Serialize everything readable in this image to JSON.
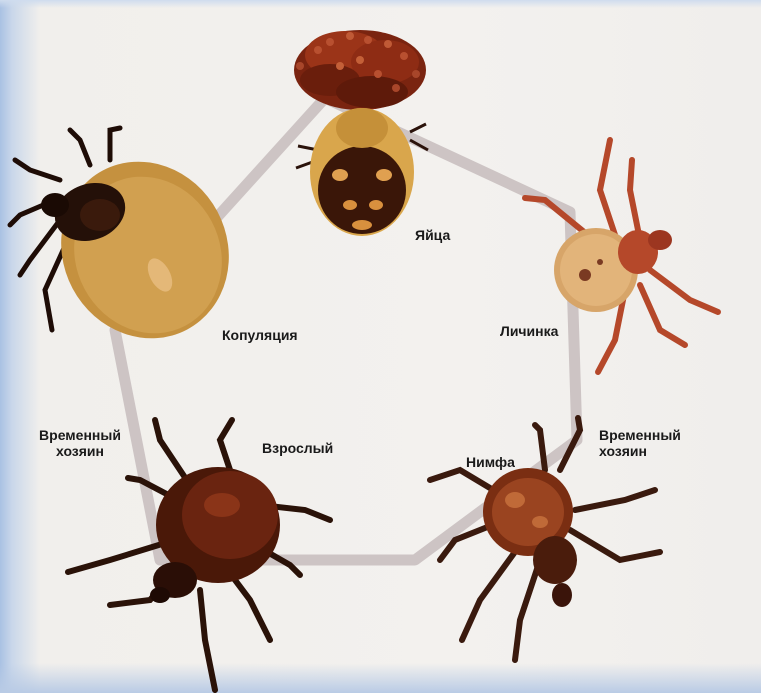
{
  "stages": {
    "eggs": "Яйца",
    "larva": "Личинка",
    "host_right": "Временный хозяин",
    "nymph": "Нимфа",
    "adult": "Взрослый",
    "host_left": "Временный хозяин",
    "copulation": "Копуляция"
  },
  "colors": {
    "cycle_line": "#cdc4c4",
    "tick_dark": "#3a1a0e",
    "tick_tan": "#c99a4b",
    "tick_red": "#b5482a",
    "egg_mass": "#7a2410",
    "background": "#f1efec"
  }
}
